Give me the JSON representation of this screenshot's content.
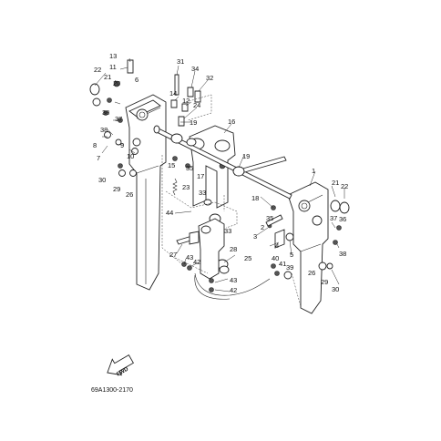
{
  "diagram": {
    "catalog_code": "69A1300-2170",
    "fwd_label": "FWD",
    "callouts": [
      {
        "id": "c1",
        "text": "1"
      },
      {
        "id": "c2",
        "text": "2"
      },
      {
        "id": "c3",
        "text": "3"
      },
      {
        "id": "c4",
        "text": "4"
      },
      {
        "id": "c5",
        "text": "5"
      },
      {
        "id": "c6",
        "text": "6"
      },
      {
        "id": "c7",
        "text": "7"
      },
      {
        "id": "c8",
        "text": "8"
      },
      {
        "id": "c9",
        "text": "9"
      },
      {
        "id": "c10",
        "text": "10"
      },
      {
        "id": "c11",
        "text": "11"
      },
      {
        "id": "c12",
        "text": "12"
      },
      {
        "id": "c13",
        "text": "13"
      },
      {
        "id": "c14",
        "text": "14"
      },
      {
        "id": "c15",
        "text": "15"
      },
      {
        "id": "c16",
        "text": "16"
      },
      {
        "id": "c17",
        "text": "17"
      },
      {
        "id": "c18",
        "text": "18"
      },
      {
        "id": "c19a",
        "text": "19"
      },
      {
        "id": "c19b",
        "text": "19"
      },
      {
        "id": "c20",
        "text": "20"
      },
      {
        "id": "c21a",
        "text": "21"
      },
      {
        "id": "c21b",
        "text": "21"
      },
      {
        "id": "c22a",
        "text": "22"
      },
      {
        "id": "c22b",
        "text": "22"
      },
      {
        "id": "c23",
        "text": "23"
      },
      {
        "id": "c24",
        "text": "24"
      },
      {
        "id": "c25",
        "text": "25"
      },
      {
        "id": "c26a",
        "text": "26"
      },
      {
        "id": "c26b",
        "text": "26"
      },
      {
        "id": "c27",
        "text": "27"
      },
      {
        "id": "c28",
        "text": "28"
      },
      {
        "id": "c29a",
        "text": "29"
      },
      {
        "id": "c29b",
        "text": "29"
      },
      {
        "id": "c30a",
        "text": "30"
      },
      {
        "id": "c30b",
        "text": "30"
      },
      {
        "id": "c31",
        "text": "31"
      },
      {
        "id": "c32",
        "text": "32"
      },
      {
        "id": "c33a",
        "text": "33"
      },
      {
        "id": "c33b",
        "text": "33"
      },
      {
        "id": "c34",
        "text": "34"
      },
      {
        "id": "c35a",
        "text": "35"
      },
      {
        "id": "c35b",
        "text": "35"
      },
      {
        "id": "c36a",
        "text": "36"
      },
      {
        "id": "c36b",
        "text": "36"
      },
      {
        "id": "c37a",
        "text": "37"
      },
      {
        "id": "c37b",
        "text": "37"
      },
      {
        "id": "c38a",
        "text": "38"
      },
      {
        "id": "c38b",
        "text": "38"
      },
      {
        "id": "c39",
        "text": "39"
      },
      {
        "id": "c40",
        "text": "40"
      },
      {
        "id": "c41",
        "text": "41"
      },
      {
        "id": "c42a",
        "text": "42"
      },
      {
        "id": "c42b",
        "text": "42"
      },
      {
        "id": "c43a",
        "text": "43"
      },
      {
        "id": "c43b",
        "text": "43"
      },
      {
        "id": "c44",
        "text": "44"
      }
    ]
  }
}
